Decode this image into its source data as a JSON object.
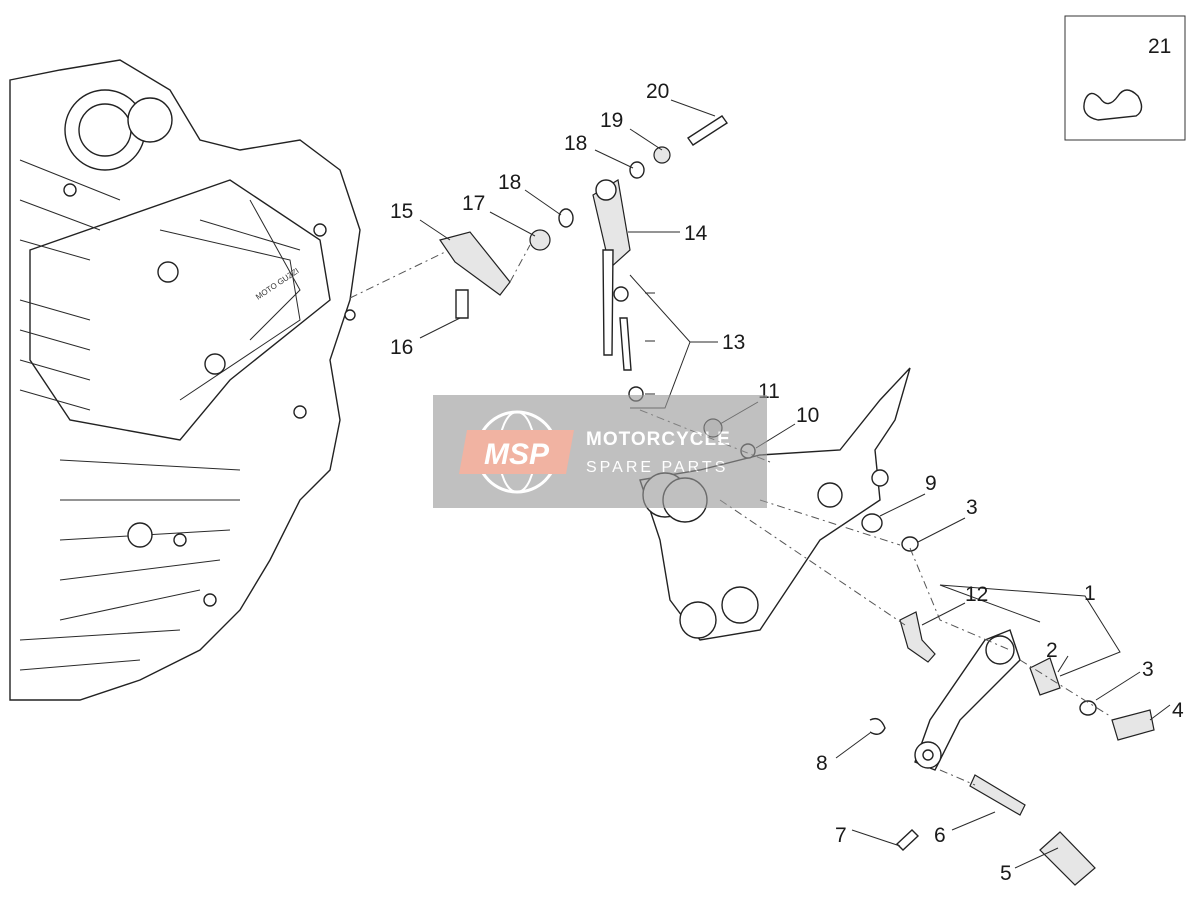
{
  "diagram": {
    "callouts": [
      "21",
      "20",
      "19",
      "18",
      "18",
      "17",
      "15",
      "14",
      "13",
      "16",
      "11",
      "10",
      "9",
      "3",
      "1",
      "12",
      "2",
      "3",
      "4",
      "8",
      "7",
      "6",
      "5"
    ],
    "engine_brand_mark": "MOTO GUZZI"
  },
  "watermark": {
    "logo_text": "MSP",
    "title": "MOTORCYCLE",
    "subtitle": "SPARE PARTS"
  }
}
